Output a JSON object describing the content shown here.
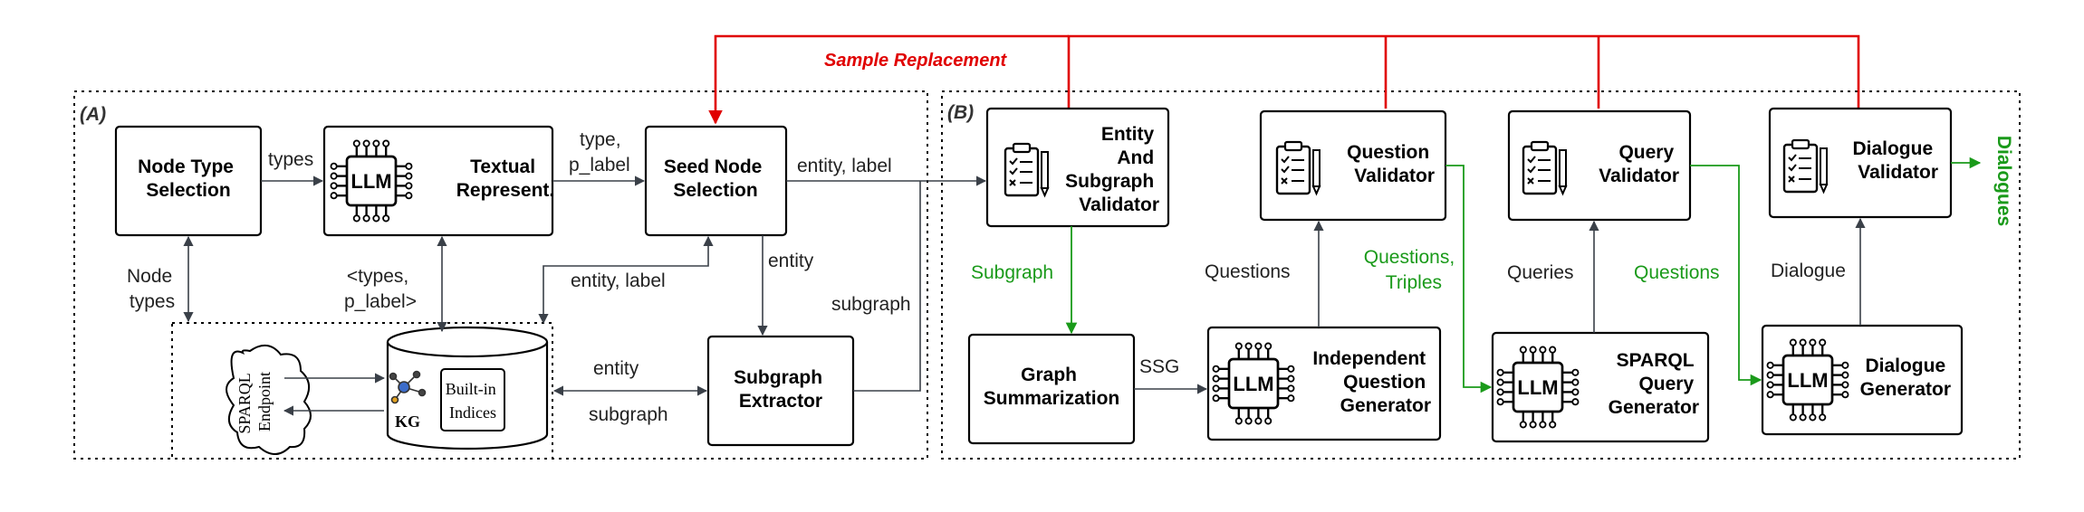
{
  "panels": {
    "a": "(A)",
    "b": "(B)"
  },
  "sample_replacement": "Sample Replacement",
  "nodes": {
    "node_type": [
      "Node Type",
      "Selection"
    ],
    "textual": [
      "Textual",
      "Represent."
    ],
    "seed": [
      "Seed Node",
      "Selection"
    ],
    "subgraph_extractor": [
      "Subgraph",
      "Extractor"
    ],
    "entity_validator": [
      "Entity",
      "And",
      "Subgraph",
      "Validator"
    ],
    "graph_summarization": [
      "Graph",
      "Summarization"
    ],
    "question_validator": [
      "Question",
      "Validator"
    ],
    "question_generator": [
      "Independent",
      "Question",
      "Generator"
    ],
    "query_validator": [
      "Query",
      "Validator"
    ],
    "sparql_generator": [
      "SPARQL",
      "Query",
      "Generator"
    ],
    "dialogue_validator": [
      "Dialogue",
      "Validator"
    ],
    "dialogue_generator": [
      "Dialogue",
      "Generator"
    ]
  },
  "llm": "LLM",
  "kg": {
    "kg_label": "KG",
    "indices": [
      "Built-in",
      "Indices"
    ],
    "endpoint": [
      "SPARQL",
      "Endpoint"
    ]
  },
  "edges": {
    "types": "types",
    "type_plabel": [
      "type,",
      "p_label"
    ],
    "entity_label_out": "entity, label",
    "entity": "entity",
    "subgraph": "subgraph",
    "node_types": [
      "Node",
      "types"
    ],
    "types_plabel_angle": [
      "<types,",
      "p_label>"
    ],
    "entity_label_back": "entity, label",
    "kg_entity": "entity",
    "kg_subgraph": "subgraph",
    "subgraph_green": "Subgraph",
    "ssg": "SSG",
    "questions": "Questions",
    "questions_triples": [
      "Questions,",
      "Triples"
    ],
    "queries": "Queries",
    "questions_green": "Questions",
    "dialogue": "Dialogue",
    "dialogues_out": "Dialogues"
  },
  "colors": {
    "accent_red": "#e00000",
    "accent_green": "#1a9a1a",
    "line": "#3a4048"
  }
}
